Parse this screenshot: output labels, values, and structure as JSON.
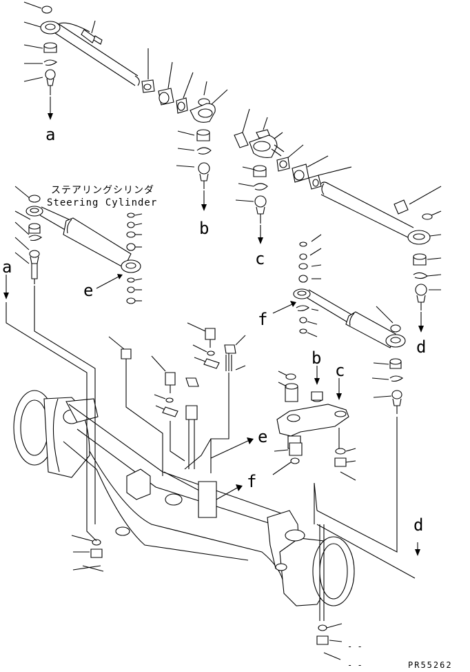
{
  "caption": {
    "japanese": "ステアリングシリンダ",
    "english": "Steering Cylinder"
  },
  "callouts": {
    "a_top": "a",
    "b_top": "b",
    "c_top": "c",
    "d_right": "d",
    "e_left": "e",
    "f_mid": "f",
    "b_link": "b",
    "c_link": "c",
    "a_left": "a",
    "e_axle": "e",
    "f_axle": "f",
    "d_axle": "d"
  },
  "dash_marks": [
    "- -",
    "- -"
  ],
  "drawing_code": "PR55262"
}
